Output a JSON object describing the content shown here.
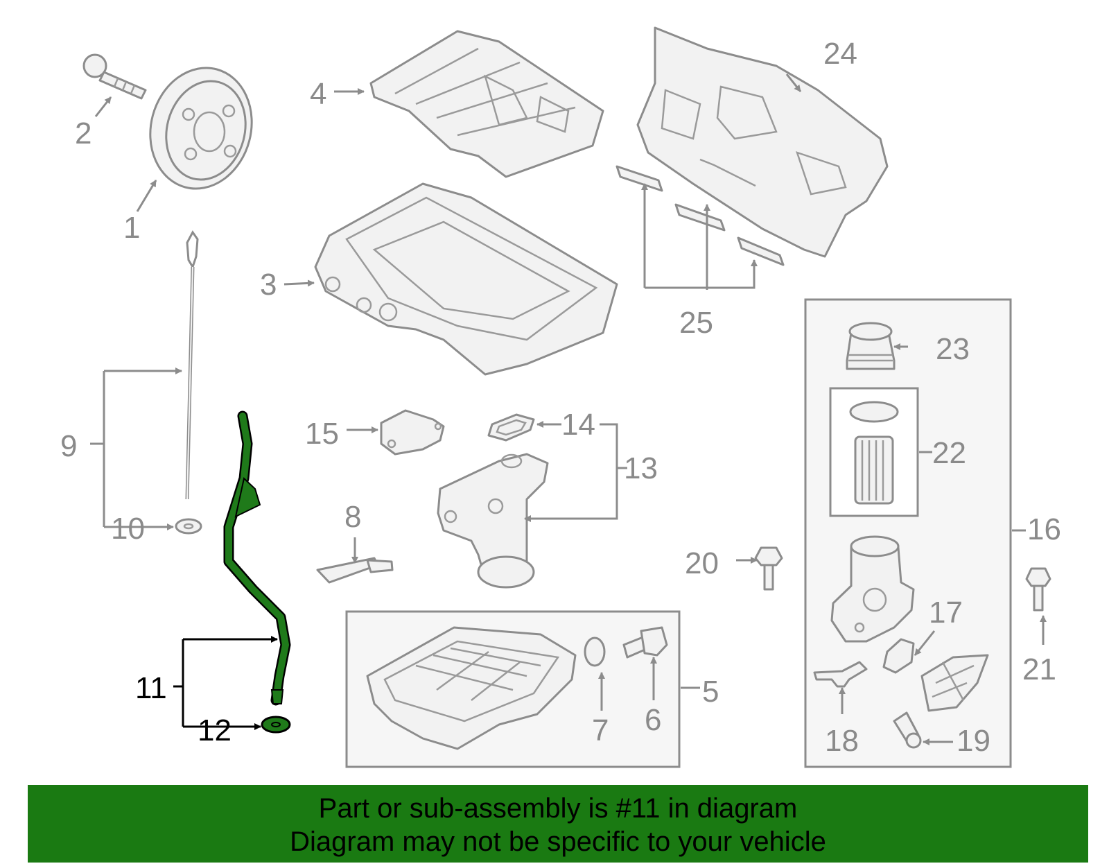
{
  "colors": {
    "highlight_part": "#1f7a1a",
    "banner_background": "#1a7a12",
    "part_outline": "#8c8c8c",
    "part_fill": "#f2f2f2",
    "callout_text": "#8a8a8a",
    "highlight_callout_text": "#000000"
  },
  "callouts": {
    "n1": "1",
    "n2": "2",
    "n3": "3",
    "n4": "4",
    "n5": "5",
    "n6": "6",
    "n7": "7",
    "n8": "8",
    "n9": "9",
    "n10": "10",
    "n11": "11",
    "n12": "12",
    "n13": "13",
    "n14": "14",
    "n15": "15",
    "n16": "16",
    "n17": "17",
    "n18": "18",
    "n19": "19",
    "n20": "20",
    "n21": "21",
    "n22": "22",
    "n23": "23",
    "n24": "24",
    "n25": "25"
  },
  "highlighted_callout": "11",
  "banner": {
    "line1": "Part or sub-assembly is #11 in diagram",
    "line2": "Diagram may not be specific to your vehicle"
  }
}
